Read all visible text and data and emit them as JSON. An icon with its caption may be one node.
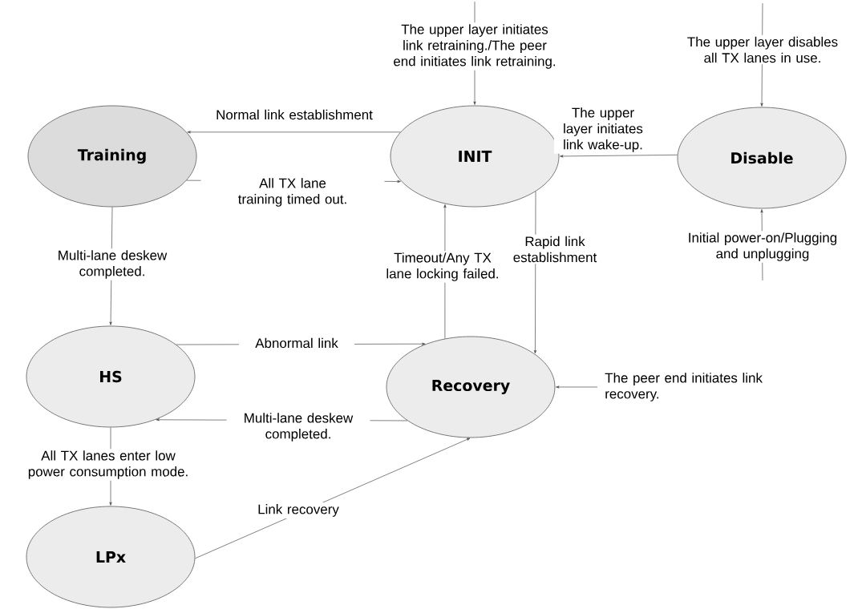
{
  "diagram": {
    "nodes": [
      {
        "text": [
          "Training"
        ]
      },
      {
        "text": [
          "INIT"
        ]
      },
      {
        "text": [
          "Disable"
        ]
      },
      {
        "text": [
          "HS"
        ]
      },
      {
        "text": [
          "Recovery"
        ]
      },
      {
        "text": [
          "LPx"
        ]
      }
    ],
    "edges": [
      {
        "from": 1,
        "to": 0,
        "arrow": "to",
        "label": "Normal link establishment"
      },
      {
        "from": 0,
        "to": 1,
        "arrow": "to",
        "label": "All TX lane training timed out."
      },
      {
        "from": 2,
        "to": 1,
        "arrow": "to",
        "label": "The upper layer initiates link wake-up."
      },
      {
        "from": null,
        "to": 1,
        "arrow": "to",
        "label": "The upper layer initiates link retraining./The peer end initiates link retraining."
      },
      {
        "from": null,
        "to": 2,
        "arrow": "to",
        "label": "The upper layer disables all TX lanes in use."
      },
      {
        "from": null,
        "to": 2,
        "arrow": "to",
        "label": "Initial power-on/Plugging and unplugging"
      },
      {
        "from": 0,
        "to": 3,
        "arrow": "to",
        "label": "Multi-lane deskew completed."
      },
      {
        "from": 4,
        "to": 1,
        "arrow": "to",
        "label": "Timeout/Any TX lane locking failed."
      },
      {
        "from": 1,
        "to": 4,
        "arrow": "to",
        "label": "Rapid link establishment"
      },
      {
        "from": 3,
        "to": 4,
        "arrow": "to",
        "label": "Abnormal link"
      },
      {
        "from": 4,
        "to": 3,
        "arrow": "to",
        "label": "Multi-lane deskew completed."
      },
      {
        "from": 3,
        "to": 5,
        "arrow": "to",
        "label": "All TX lanes enter low power consumption mode."
      },
      {
        "from": 5,
        "to": 4,
        "arrow": "to",
        "label": "Link recovery"
      },
      {
        "from": null,
        "to": 4,
        "arrow": "to",
        "label": "The peer end initiates link recovery."
      }
    ]
  }
}
